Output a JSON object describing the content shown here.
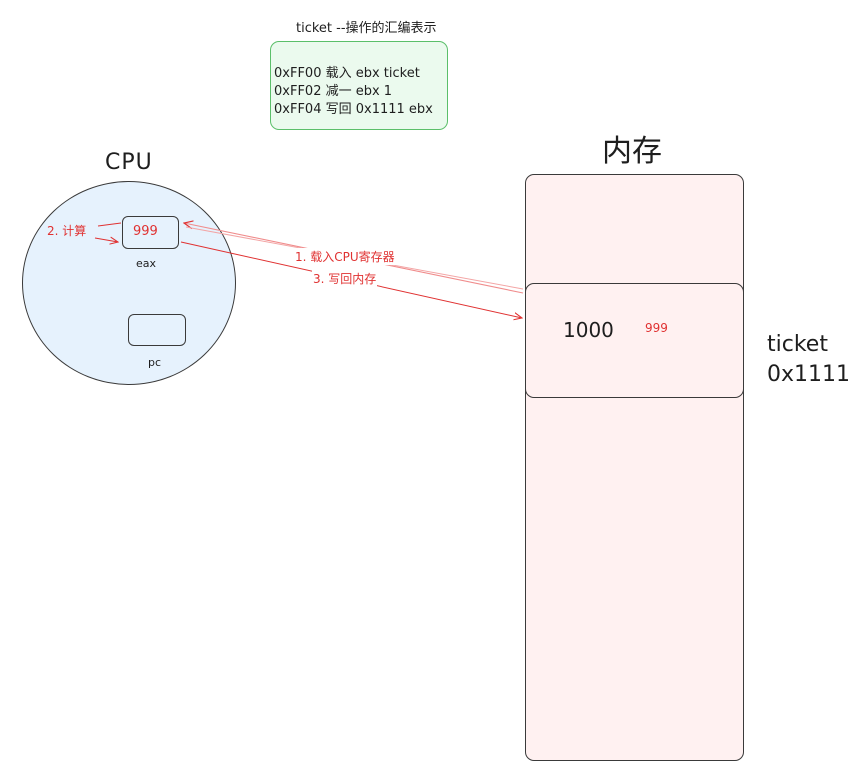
{
  "assembly": {
    "title": "ticket --操作的汇编表示",
    "lines": [
      "0xFF00 载入 ebx ticket",
      "0xFF02 减一 ebx 1",
      "0xFF04 写回 0x1111 ebx"
    ]
  },
  "cpu": {
    "title": "CPU",
    "eax": {
      "value": "999",
      "label": "eax"
    },
    "pc": {
      "label": "pc"
    },
    "compute_label": "2. 计算"
  },
  "memory": {
    "title": "内存",
    "cell": {
      "old_value": "1000",
      "new_value": "999",
      "var_name": "ticket",
      "address": "0x1111"
    }
  },
  "arrows": {
    "load_label": "1. 载入CPU寄存器",
    "write_label": "3. 写回内存"
  },
  "colors": {
    "cpu_fill": "#e6f2fd",
    "memory_fill": "#fff1f1",
    "asm_fill": "#ebfaee",
    "asm_border": "#5bbf6a",
    "accent_red": "#e03131"
  }
}
